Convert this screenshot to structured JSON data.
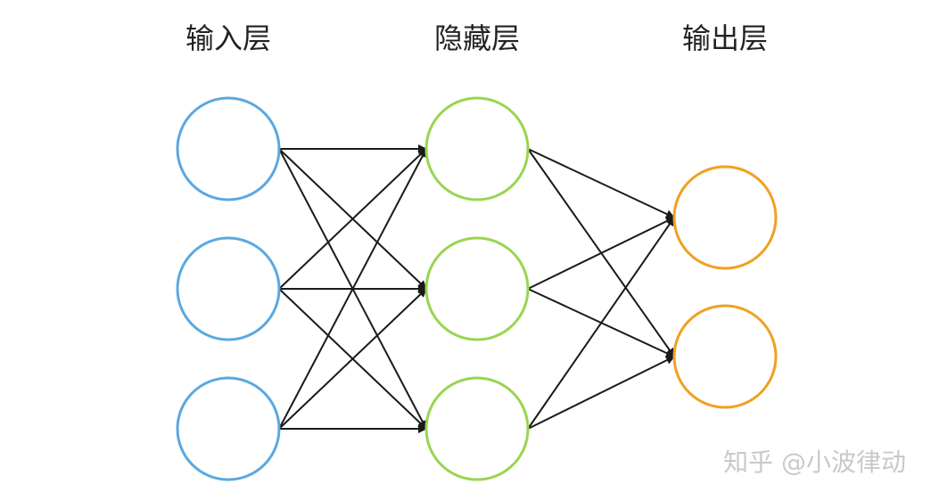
{
  "layers": [
    {
      "title": "输入层",
      "color": "#5aa8e0",
      "nodes": 3
    },
    {
      "title": "隐藏层",
      "color": "#99d54f",
      "nodes": 3
    },
    {
      "title": "输出层",
      "color": "#f0a020",
      "nodes": 2
    }
  ],
  "edge_color": "#1a1a1a",
  "connections": "fully-connected",
  "watermark": "知乎 @小波律动"
}
